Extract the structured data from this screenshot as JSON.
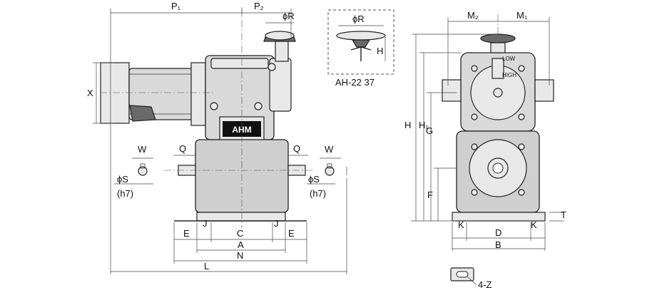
{
  "labels": {
    "p1": "P₁",
    "p2": "P₂",
    "phi_r": "ϕR",
    "phi_r_inset": "ϕR",
    "h_inset": "H",
    "inset_caption": "AH-22 37",
    "m2": "M₂",
    "m1": "M₁",
    "x": "X",
    "w_left": "W",
    "w_right": "W",
    "q_left": "Q",
    "q_right": "Q",
    "phi_s_left": "ϕS",
    "phi_s_right": "ϕS",
    "h7_left": "(h7)",
    "h7_right": "(h7)",
    "nameplate": "AHM",
    "e_left": "E",
    "e_right": "E",
    "j_left": "J",
    "j_right": "J",
    "c": "C",
    "a": "A",
    "n": "N",
    "l": "L",
    "h": "H",
    "h1": "H₁",
    "g": "G",
    "f": "F",
    "t": "T",
    "k_left": "K",
    "k_right": "K",
    "d": "D",
    "b": "B",
    "low": "LOW",
    "high": "HIGH",
    "slot_label": "4-Z"
  },
  "colors": {
    "casting": "#d9d9d9",
    "line": "#222222"
  }
}
